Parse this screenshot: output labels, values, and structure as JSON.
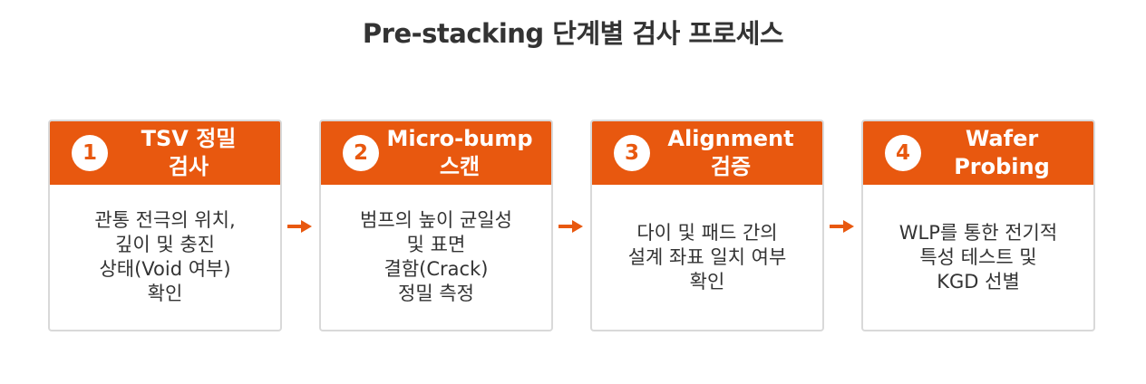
{
  "title": "Pre-stacking 단계별 검사 프로세스",
  "colors": {
    "accent": "#e8580f",
    "card_border": "#d9d9d9",
    "text": "#333333"
  },
  "steps": [
    {
      "number": "1",
      "title": "TSV 정밀\n검사",
      "description": "관통 전극의 위치,\n깊이 및 충진\n상태(Void 여부)\n확인"
    },
    {
      "number": "2",
      "title": "Micro-bump\n스캔",
      "description": "범프의 높이 균일성\n및 표면\n결함(Crack)\n정밀 측정"
    },
    {
      "number": "3",
      "title": "Alignment\n검증",
      "description": "다이 및 패드 간의\n설계 좌표 일치 여부\n확인"
    },
    {
      "number": "4",
      "title": "Wafer\nProbing",
      "description": "WLP를 통한 전기적\n특성 테스트 및\nKGD 선별"
    }
  ],
  "connector_icon": "arrow-right-icon"
}
